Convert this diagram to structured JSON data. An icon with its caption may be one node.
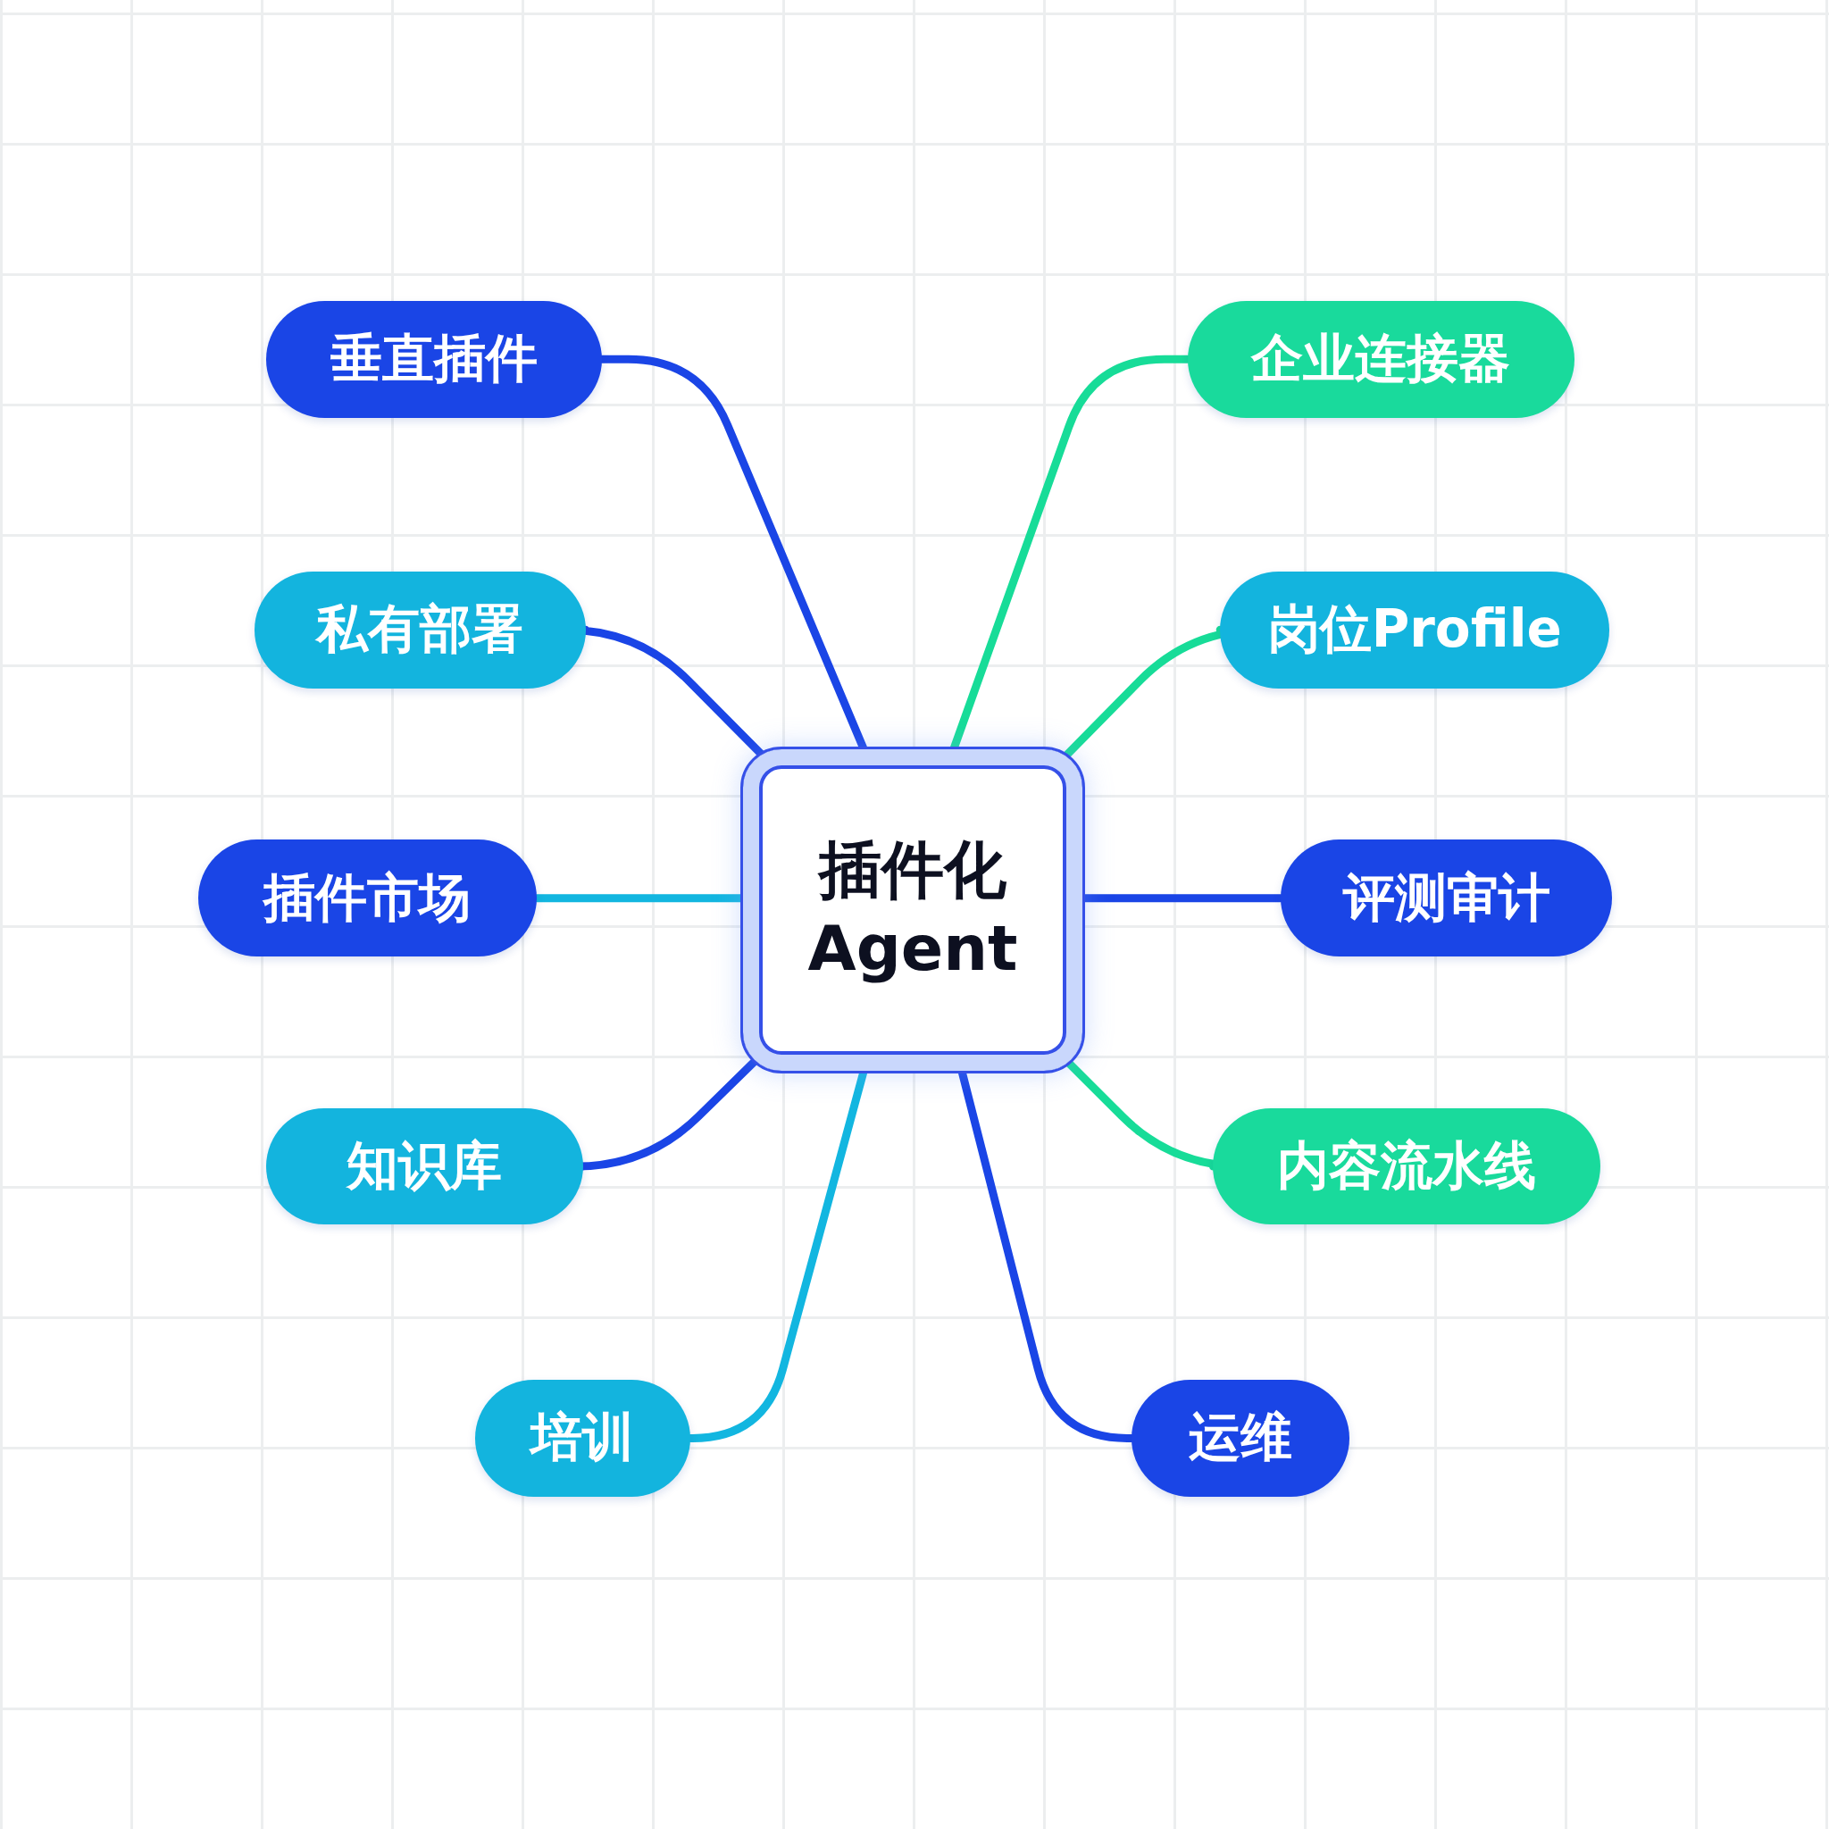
{
  "diagram": {
    "nodes": [
      {
        "text": [
          "插件化 Agent"
        ]
      },
      {
        "text": [
          "垂直插件"
        ]
      },
      {
        "text": [
          "企业连接器"
        ]
      },
      {
        "text": [
          "私有部署"
        ]
      },
      {
        "text": [
          "岗位Profile"
        ]
      },
      {
        "text": [
          "插件市场"
        ]
      },
      {
        "text": [
          "评测审计"
        ]
      },
      {
        "text": [
          "知识库"
        ]
      },
      {
        "text": [
          "内容流水线"
        ]
      },
      {
        "text": [
          "培训"
        ]
      },
      {
        "text": [
          "运维"
        ]
      }
    ],
    "edges": [
      {
        "from": 0,
        "to": 1,
        "arrow": "none"
      },
      {
        "from": 0,
        "to": 2,
        "arrow": "none",
        "color": "#17dc98"
      },
      {
        "from": 0,
        "to": 3,
        "arrow": "none"
      },
      {
        "from": 0,
        "to": 4,
        "arrow": "none",
        "color": "#17dc98"
      },
      {
        "from": 0,
        "to": 5,
        "arrow": "none",
        "color": "#12b6e0"
      },
      {
        "from": 0,
        "to": 6,
        "arrow": "none"
      },
      {
        "from": 0,
        "to": 7,
        "arrow": "none"
      },
      {
        "from": 0,
        "to": 8,
        "arrow": "none",
        "color": "#17dc98"
      },
      {
        "from": 0,
        "to": 9,
        "arrow": "none",
        "color": "#12b6e0"
      },
      {
        "from": 0,
        "to": 10,
        "arrow": "none"
      }
    ]
  }
}
